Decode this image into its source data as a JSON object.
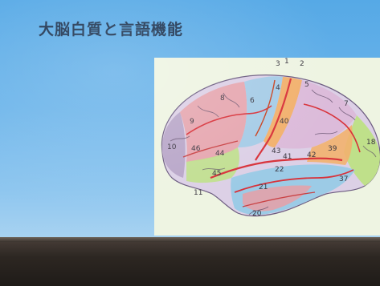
{
  "slide": {
    "title": "大脳白質と言語機能"
  },
  "brain_map": {
    "area_numbers": [
      "3",
      "1",
      "2",
      "4",
      "5",
      "6",
      "8",
      "9",
      "10",
      "46",
      "44",
      "45",
      "11",
      "43",
      "40",
      "41",
      "42",
      "22",
      "21",
      "20",
      "39",
      "37",
      "18",
      "7"
    ]
  },
  "colors": {
    "slide_background": "#6bb4ea",
    "title_text": "#1c3350",
    "figure_background": "#eef4e2",
    "brain_lilac": "#b9a7c9",
    "brain_green": "#bfe08a",
    "brain_blue": "#9ccbe6",
    "brain_orange": "#f2b16e",
    "brain_pink": "#e8a0a6",
    "sulcus_red": "#d8323a"
  }
}
